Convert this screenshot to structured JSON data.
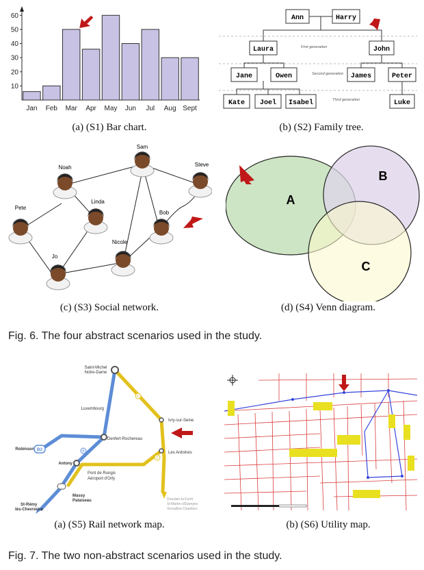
{
  "figure6": {
    "caption": "Fig. 6. The four abstract scenarios used in the study.",
    "panels": {
      "bar_chart": {
        "caption": "(a)  (S1) Bar chart."
      },
      "family_tree": {
        "caption": "(b)  (S2) Family tree.",
        "people": {
          "ann": "Ann",
          "harry": "Harry",
          "laura": "Laura",
          "john": "John",
          "jane": "Jane",
          "owen": "Owen",
          "james": "James",
          "peter": "Peter",
          "kate": "Kate",
          "joel": "Joel",
          "isabel": "Isabel",
          "luke": "Luke"
        },
        "generations": [
          "First generation",
          "Second generation",
          "Third generation"
        ]
      },
      "social_network": {
        "caption": "(c)  (S3) Social network.",
        "people": {
          "sam": "Sam",
          "noah": "Noah",
          "steve": "Steve",
          "pete": "Pete",
          "linda": "Linda",
          "bob": "Bob",
          "nicole": "Nicole",
          "jo": "Jo"
        }
      },
      "venn": {
        "caption": "(d)  (S4) Venn diagram.",
        "sets": {
          "a": "A",
          "b": "B",
          "c": "C"
        }
      }
    }
  },
  "figure7": {
    "caption": "Fig. 7. The two non-abstract scenarios used in the study.",
    "panels": {
      "rail_map": {
        "caption": "(a)  (S5) Rail network map.",
        "stations": {
          "saint_michel_1": "Saint-Michel",
          "saint_michel_2": "Notre-Dame",
          "luxembourg": "Luxembourg",
          "ivry": "Ivry-sur-Seine",
          "denfert": "Denfert-Rochereau",
          "robinson": "Robinson",
          "les_ardoines": "Les Ardoines",
          "antony": "Antony",
          "rungis_1": "Pont de Rungis",
          "rungis_2": "Aéroport d'Orly",
          "massy_1": "Massy",
          "massy_2": "Palaiseau",
          "st_remy_1": "St-Rémy",
          "st_remy_2": "lès-Chevreuse",
          "dourdan": "Dourdan-la-Forêt",
          "st_martin": "St-Martin-d'Étampes",
          "versailles": "Versailles-Chantiers"
        },
        "badges": {
          "b2": "B2",
          "b": "B",
          "c": "C"
        }
      },
      "utility_map": {
        "caption": "(b)  (S6) Utility map."
      }
    }
  },
  "chart_data": {
    "type": "bar",
    "title": "",
    "xlabel": "",
    "ylabel": "",
    "categories": [
      "Jan",
      "Feb",
      "Mar",
      "Apr",
      "May",
      "Jun",
      "Jul",
      "Aug",
      "Sept"
    ],
    "values": [
      6,
      10,
      50,
      36,
      60,
      40,
      50,
      30,
      30
    ],
    "yticks": [
      "10",
      "20",
      "30",
      "40",
      "50",
      "60"
    ],
    "ylim": [
      0,
      65
    ],
    "color": "#c8c2e4",
    "grid": false,
    "highlight_category": "Mar"
  },
  "colors": {
    "arrow": "#c01818",
    "venn_a": "#c8e2be",
    "venn_b": "#ddd3ea",
    "venn_c": "#fbf8cd",
    "rail_yellow": "#e2c11d",
    "rail_blue": "#5d8dd6",
    "map_lines": "#d83c3c",
    "map_blue": "#3344dd"
  }
}
